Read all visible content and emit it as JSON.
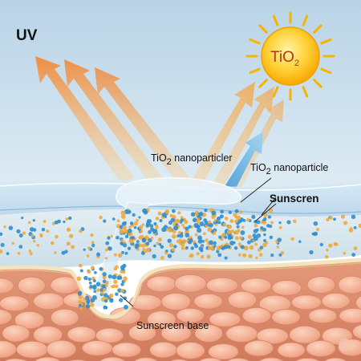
{
  "labels": {
    "uv": "UV",
    "sun_formula": "TiO",
    "sun_subscript": "2",
    "nanoparticle_left_prefix": "TiO",
    "nanoparticle_left_sub": "2",
    "nanoparticle_left_suffix": " nanoparticler",
    "nanoparticle_right_prefix": "TiO",
    "nanoparticle_right_sub": "2",
    "nanoparticle_right_suffix": " nanoparticle",
    "sunscreen": "Sunscren",
    "sunscreen_base": "Sunscreen base"
  },
  "colors": {
    "sky_top": "#b9d3e6",
    "sky_bottom": "#dbe9f3",
    "sun_core": "#ffd23a",
    "sun_ray": "#f6b400",
    "uv_arrow": "#f2a64c",
    "blocked_arrow": "#5cb3e6",
    "sunscreen_layer": "#cfe4f2",
    "skin_base": "#f5e2bf",
    "skin_cell": "#f2b69b",
    "skin_background": "#dd8c6e",
    "particle_blue": "#2f8ecf",
    "particle_orange": "#f0a93c"
  },
  "icons": [
    "sun-icon",
    "uv-arrow-icon"
  ]
}
